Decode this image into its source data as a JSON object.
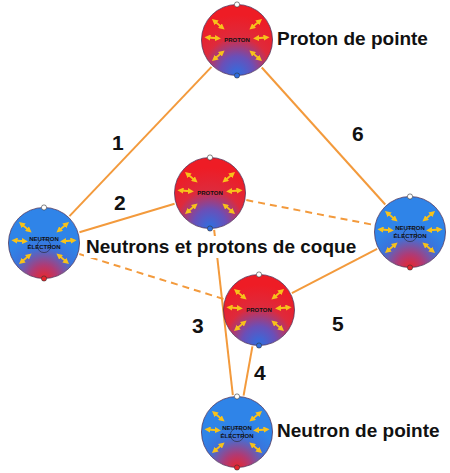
{
  "diagram": {
    "nodes": [
      {
        "text": [
          "PROTON",
          "Proton de pointe"
        ]
      },
      {
        "text": [
          "PROTON"
        ]
      },
      {
        "text": [
          "NEUTRON",
          "ÉLECTRON"
        ]
      },
      {
        "text": [
          "NEUTRON",
          "ÉLECTRON"
        ]
      },
      {
        "text": [
          "PROTON"
        ]
      },
      {
        "text": [
          "NEUTRON",
          "ÉLECTRON",
          "Neutron de pointe"
        ]
      }
    ],
    "edges": [
      {
        "from": 0,
        "to": 2,
        "arrow": "none",
        "label": "1"
      },
      {
        "from": 2,
        "to": 1,
        "arrow": "none",
        "label": "2"
      },
      {
        "from": 1,
        "to": 5,
        "arrow": "none",
        "label": "3"
      },
      {
        "from": 4,
        "to": 5,
        "arrow": "none",
        "label": "4"
      },
      {
        "from": 4,
        "to": 3,
        "arrow": "none",
        "label": "5"
      },
      {
        "from": 0,
        "to": 3,
        "arrow": "none",
        "label": "6"
      },
      {
        "from": 1,
        "to": 3,
        "arrow": "none"
      },
      {
        "from": 2,
        "to": 4,
        "arrow": "none"
      }
    ],
    "labels": [
      "Neutrons et protons de coque"
    ]
  }
}
